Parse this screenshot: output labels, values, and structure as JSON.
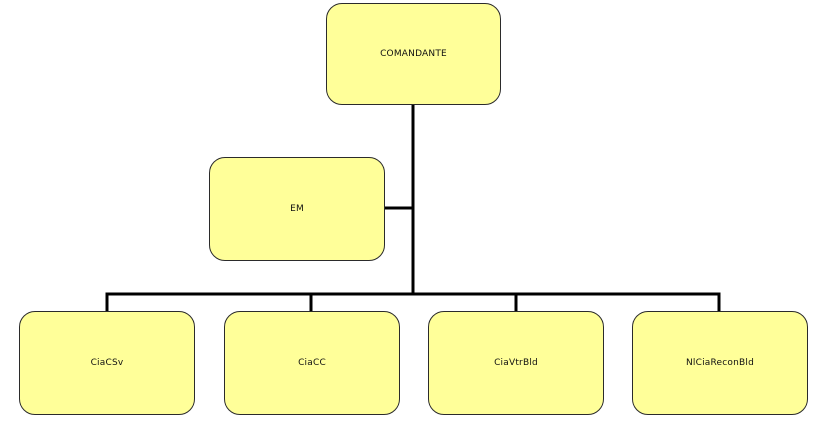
{
  "diagram": {
    "nodes": {
      "commander": "COMANDANTE",
      "staff": "EM",
      "companies": [
        "CiaCSv",
        "CiaCC",
        "CiaVtrBld",
        "NlCiaReconBld"
      ]
    },
    "colors": {
      "box_fill": "#ffff99",
      "box_border": "#2b2b2b",
      "connector": "#000000"
    }
  }
}
